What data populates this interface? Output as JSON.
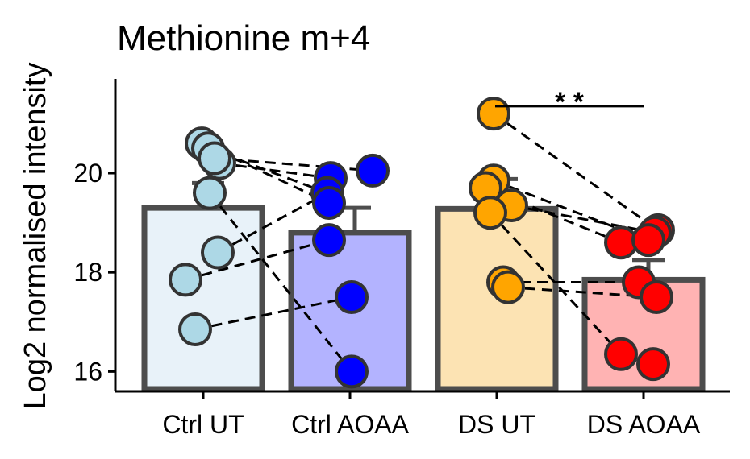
{
  "chart_data": {
    "type": "bar",
    "title": "Methionine m+4",
    "ylabel": "Log2 normalised intensity",
    "xlabel": "",
    "ylim": [
      15.6,
      21.9
    ],
    "yticks": [
      16,
      18,
      20
    ],
    "categories": [
      "Ctrl UT",
      "Ctrl AOAA",
      "DS UT",
      "DS AOAA"
    ],
    "bar_fill_colors": [
      "#e8f2f9",
      "#b3b3ff",
      "#fce3b3",
      "#ffb3b3"
    ],
    "point_colors": [
      "#add8e6",
      "#0000ff",
      "#ffa500",
      "#ff0000"
    ],
    "bar_outline_color": "#4d4d4d",
    "means": [
      19.3,
      18.8,
      19.28,
      17.85
    ],
    "errors": [
      0.5,
      0.5,
      0.6,
      0.4
    ],
    "points": [
      [
        20.6,
        20.2,
        20.5,
        20.3,
        19.6,
        18.4,
        17.85,
        16.85
      ],
      [
        19.9,
        19.6,
        19.4,
        20.05,
        18.65,
        17.5,
        16.0
      ],
      [
        21.2,
        19.85,
        19.7,
        19.35,
        19.2,
        17.8,
        17.7
      ],
      [
        18.85,
        18.8,
        18.6,
        18.65,
        17.8,
        17.5,
        16.35,
        16.15
      ]
    ],
    "pairs": [
      [
        20.6,
        19.4
      ],
      [
        20.2,
        19.9
      ],
      [
        20.5,
        19.6
      ],
      [
        20.3,
        20.05
      ],
      [
        19.6,
        16.0
      ],
      [
        18.4,
        19.6
      ],
      [
        17.85,
        18.65
      ],
      [
        16.85,
        17.5
      ],
      [
        21.2,
        18.85
      ],
      [
        19.85,
        18.65
      ],
      [
        19.7,
        18.6
      ],
      [
        19.35,
        18.8
      ],
      [
        19.2,
        16.35
      ],
      [
        17.8,
        17.8
      ],
      [
        17.7,
        17.5
      ]
    ],
    "significance": {
      "label": "* *",
      "y": 21.35
    },
    "grid": false,
    "legend": "none"
  }
}
